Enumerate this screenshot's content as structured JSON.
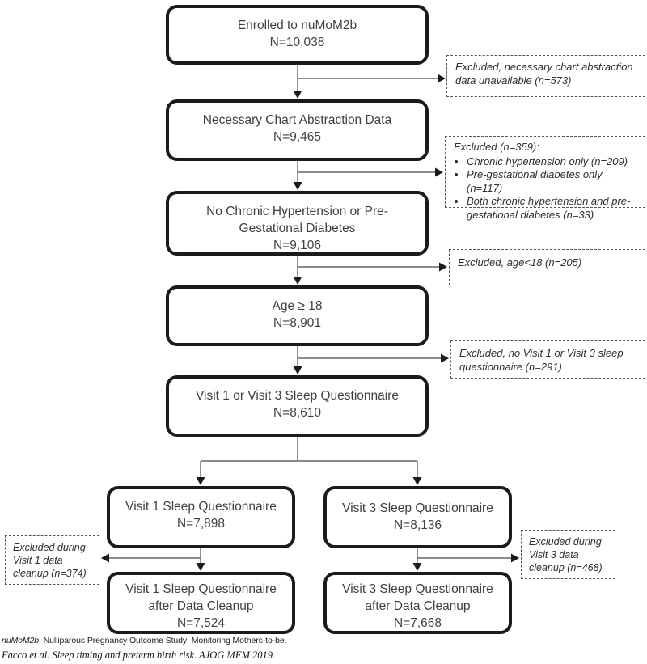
{
  "diagram_title": "nuMoM2b sleep questionnaire study enrollment flowchart",
  "boxes": {
    "enrolled": {
      "lines": [
        "Enrolled to nuMoM2b",
        "N=10,038"
      ]
    },
    "chart_abstraction": {
      "lines": [
        "Necessary Chart Abstraction Data",
        "N=9,465"
      ]
    },
    "no_htn_dm": {
      "lines": [
        "No Chronic Hypertension or Pre-",
        "Gestational Diabetes",
        "N=9,106"
      ]
    },
    "age18": {
      "lines": [
        "Age ≥ 18",
        "N=8,901"
      ]
    },
    "v1_or_v3": {
      "lines": [
        "Visit 1 or Visit 3 Sleep Questionnaire",
        "N=8,610"
      ]
    },
    "v1": {
      "lines": [
        "Visit 1 Sleep Questionnaire",
        "N=7,898"
      ]
    },
    "v3": {
      "lines": [
        "Visit 3 Sleep Questionnaire",
        "N=8,136"
      ]
    },
    "v1_clean": {
      "lines": [
        "Visit 1 Sleep Questionnaire",
        "after Data Cleanup",
        "N=7,524"
      ]
    },
    "v3_clean": {
      "lines": [
        "Visit 3 Sleep Questionnaire",
        "after Data Cleanup",
        "N=7,668"
      ]
    }
  },
  "exclusions": {
    "chart_unavailable": {
      "text": "Excluded, necessary chart abstraction data unavailable (n=573)"
    },
    "htn_dm": {
      "title": "Excluded (n=359):",
      "bullets": [
        "Chronic hypertension only (n=209)",
        "Pre-gestational diabetes only (n=117)",
        "Both chronic hypertension and pre-gestational diabetes (n=33)"
      ]
    },
    "age": {
      "text": "Excluded, age<18 (n=205)"
    },
    "no_sleep_q": {
      "text": "Excluded, no Visit 1 or Visit 3 sleep questionnaire (n=291)"
    },
    "v1_cleanup": {
      "text": "Excluded during Visit 1 data cleanup (n=374)"
    },
    "v3_cleanup": {
      "text": "Excluded during Visit 3 data cleanup (n=468)"
    }
  },
  "footer": {
    "abbr": "nuMoM2b",
    "definition": ", Nulliparous Pregnancy Outcome Study: Monitoring Mothers-to-be.",
    "citation": "Facco et al. Sleep timing and preterm birth risk. AJOG MFM 2019."
  },
  "colors": {
    "box_border": "#1b1b1b",
    "connector_line": "#666666",
    "arrowhead": "#1a1a1a",
    "dashed_border": "#555555",
    "box_text": "#3f3f3f"
  }
}
